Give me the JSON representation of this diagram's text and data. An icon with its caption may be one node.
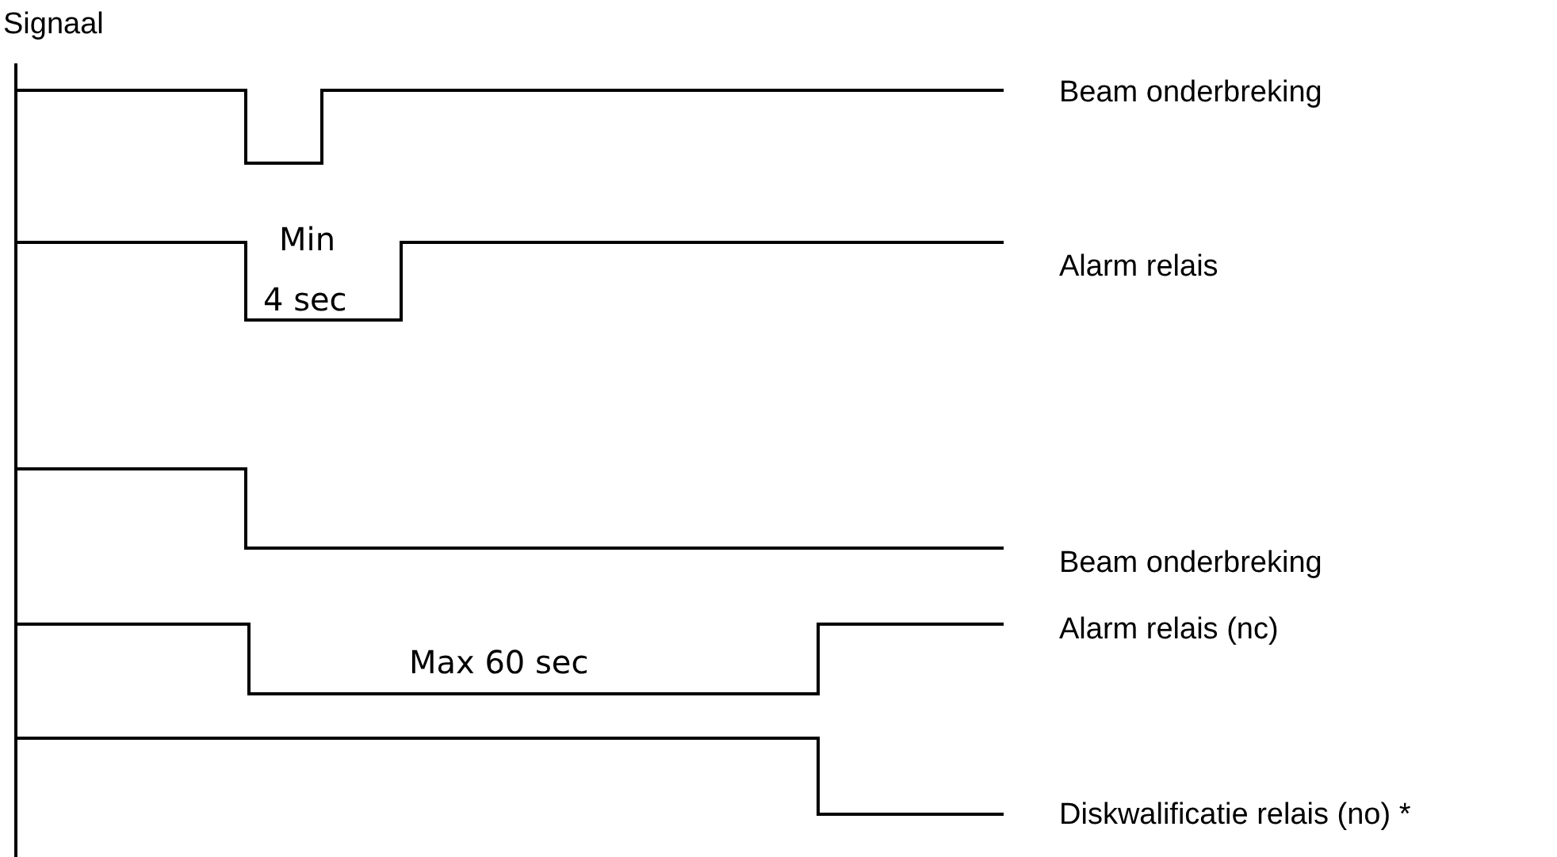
{
  "diagram": {
    "labels": [
      "Signaal",
      "Beam onderbreking",
      "Min",
      "4 sec",
      "Alarm relais",
      "Beam onderbreking",
      "Alarm relais (nc)",
      "Max 60 sec",
      "Diskwalificatie relais (no) *"
    ]
  }
}
